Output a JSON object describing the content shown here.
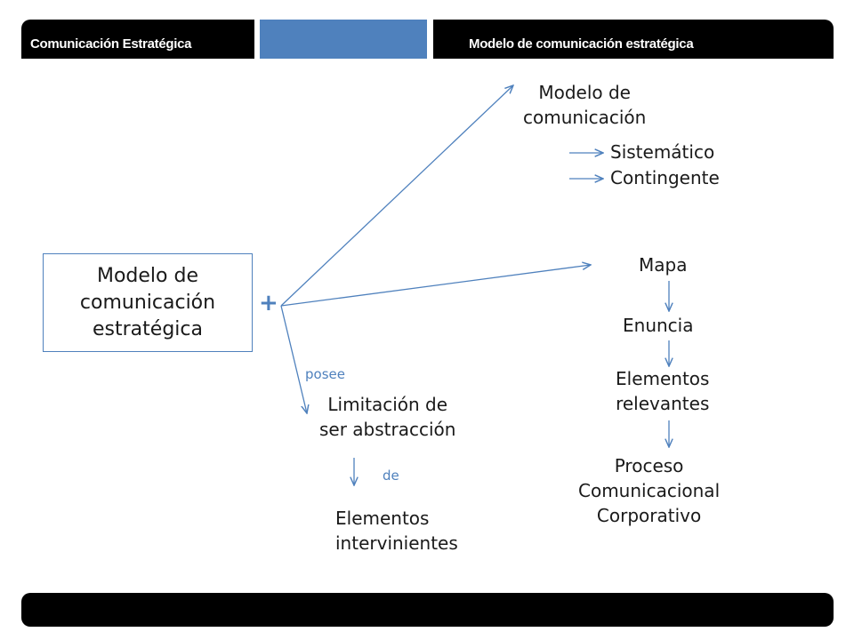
{
  "header": {
    "left_title": "Comunicación Estratégica",
    "right_title": "Modelo de comunicación estratégica"
  },
  "diagram": {
    "main": "Modelo de\ncomunicación\nestratégica",
    "plus": "+",
    "top_node": "Modelo de\ncomunicación",
    "top_sub_1": "Sistemático",
    "top_sub_2": "Contingente",
    "mapa": "Mapa",
    "enuncia": "Enuncia",
    "elementos_relevantes": "Elementos\nrelevantes",
    "proceso": "Proceso\nComunicacional\nCorporativo",
    "posee": "posee",
    "limitacion": "Limitación de\nser abstracción",
    "de": "de",
    "elementos_intervinientes": "Elementos\nintervinientes"
  },
  "colors": {
    "accent": "#4f81bd",
    "bar": "#000000"
  }
}
